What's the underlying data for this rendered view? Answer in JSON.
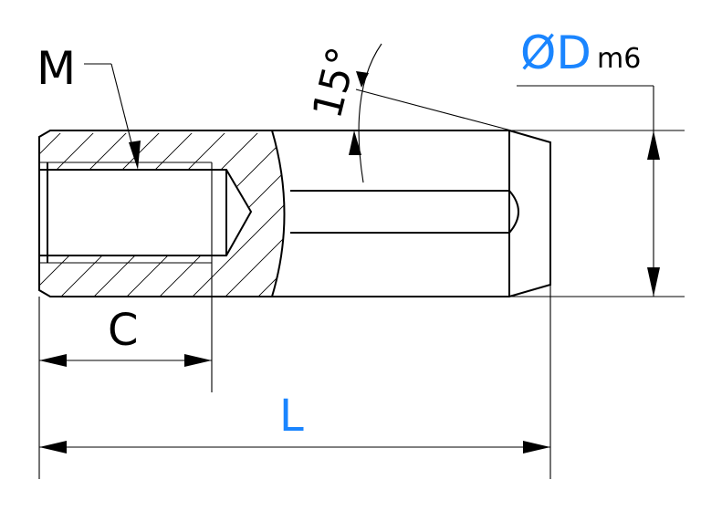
{
  "labels": {
    "thread": "M",
    "angle": "15°",
    "diameter": "ØD",
    "tolerance": "m6",
    "thread_depth": "C",
    "length": "L"
  },
  "colors": {
    "line": "#000000",
    "highlight": "#1a85ff",
    "background": "#ffffff"
  }
}
